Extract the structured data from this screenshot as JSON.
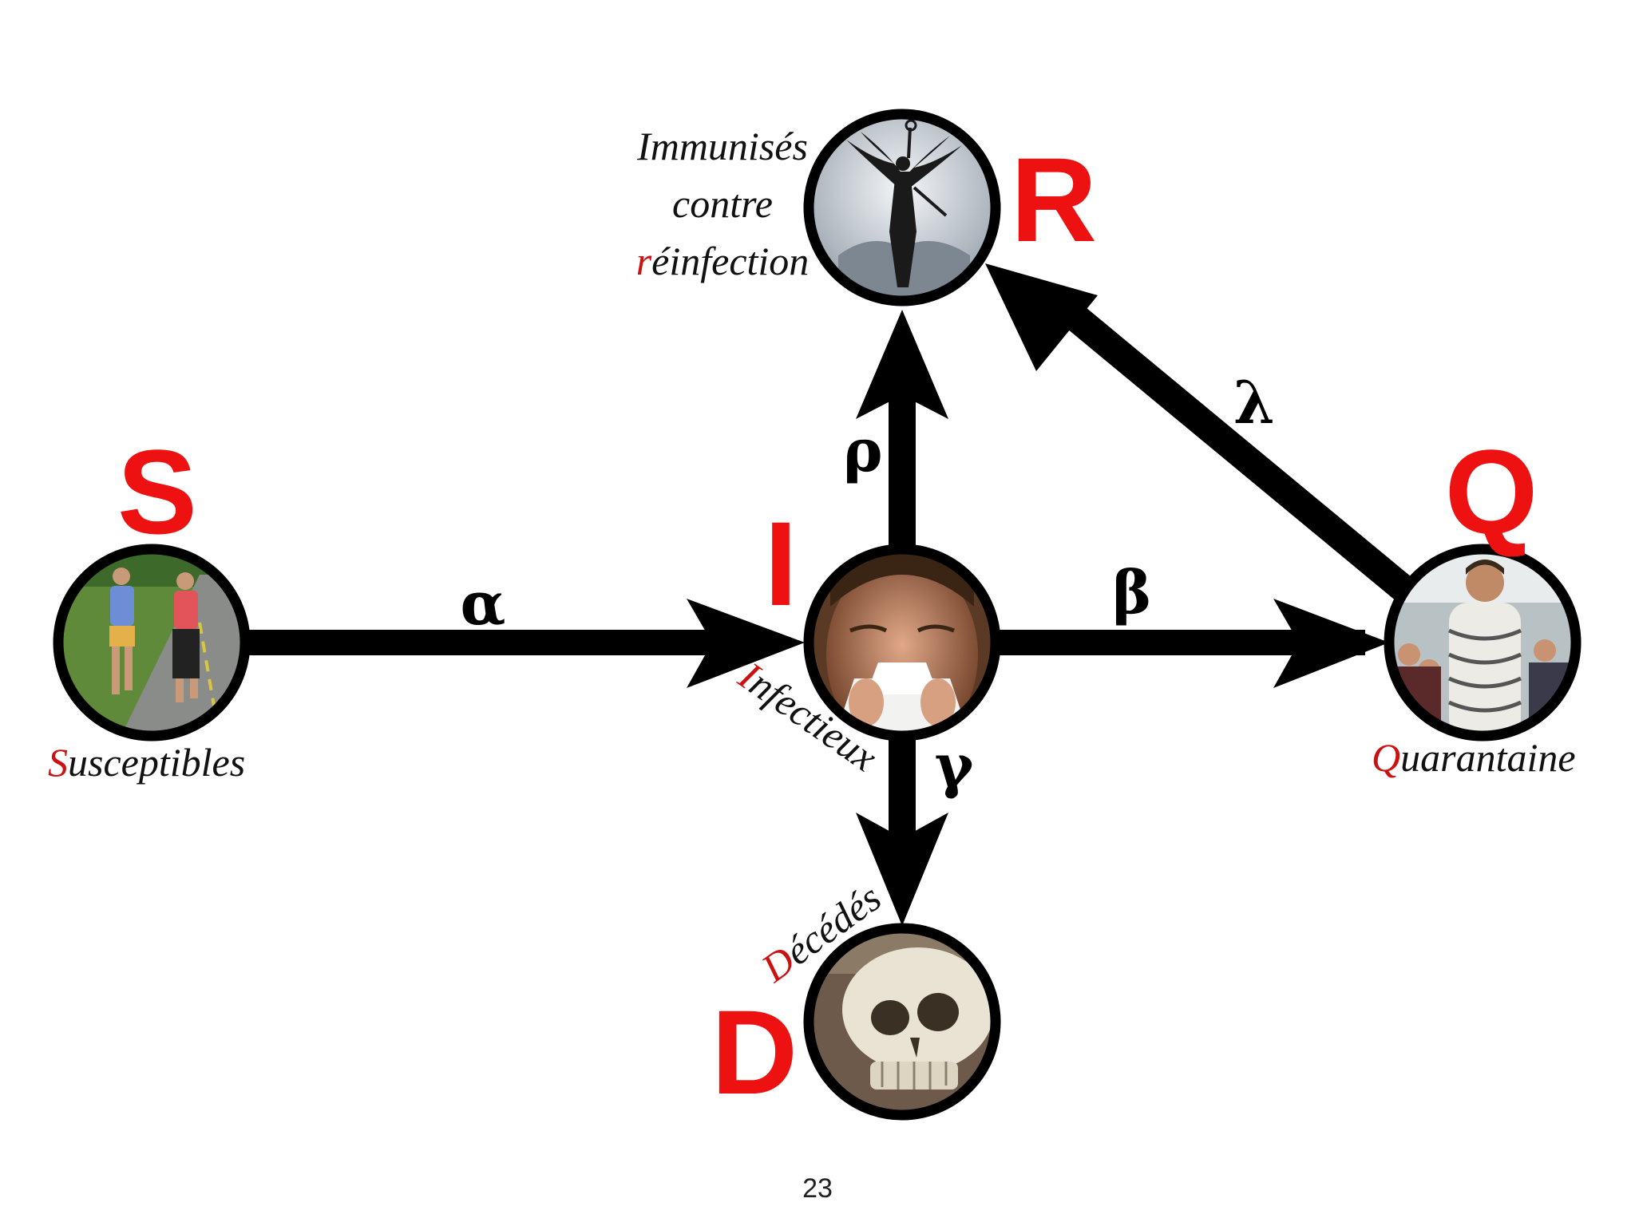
{
  "nodes": {
    "S": {
      "letter": "S",
      "caption_initial": "S",
      "caption_rest": "usceptibles",
      "image": "two women jogging on a path"
    },
    "I": {
      "letter": "I",
      "caption_initial": "I",
      "caption_rest": "nfectieux",
      "image": "man blowing nose into tissue"
    },
    "R": {
      "letter": "R",
      "caption_line1": "Immunisés",
      "caption_line2": "contre",
      "caption_line3_initial": "r",
      "caption_line3_rest": "éinfection",
      "image": "winged angel statue against clouds"
    },
    "Q": {
      "letter": "Q",
      "caption_initial": "Q",
      "caption_rest": "uarantaine",
      "image": "man bound in chains before a crowd"
    },
    "D": {
      "letter": "D",
      "caption_initial": "D",
      "caption_rest": "écédés",
      "image": "human skull"
    }
  },
  "transitions": {
    "S_to_I": "α",
    "I_to_R": "ρ",
    "I_to_Q": "β",
    "Q_to_R": "λ",
    "I_to_D": "γ"
  },
  "colors": {
    "accent": "#ee1111",
    "arrow": "#000000",
    "caption": "#111111"
  },
  "page_number": "23"
}
